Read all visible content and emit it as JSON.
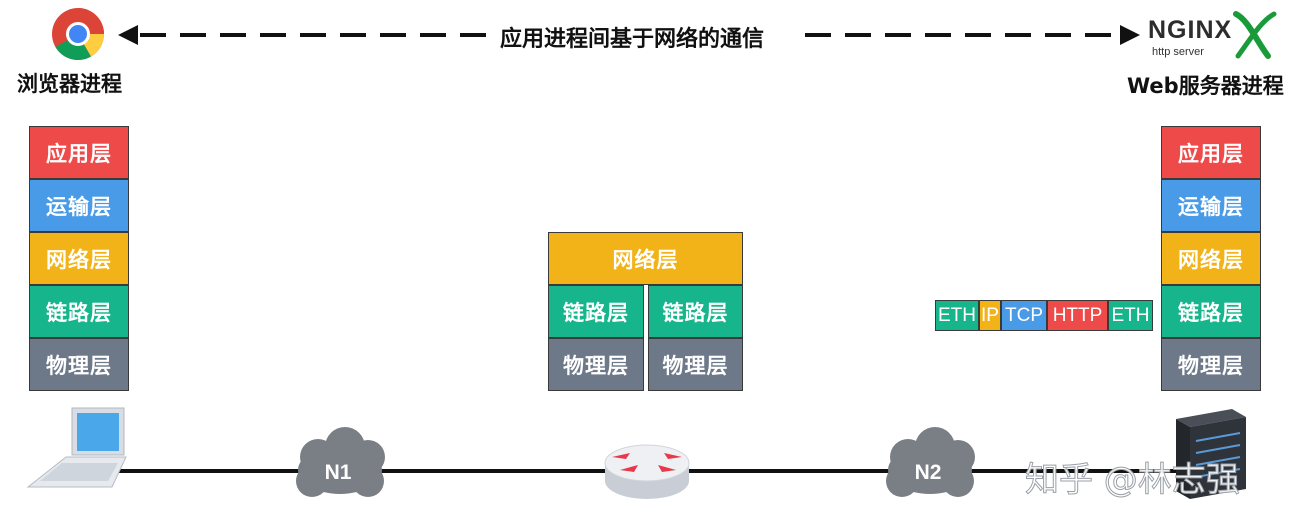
{
  "top": {
    "left_label": "浏览器进程",
    "right_label": "Web服务器进程",
    "arrow_label": "应用进程间基于网络的通信",
    "nginx_logo": "NGINX",
    "nginx_sub": "http server"
  },
  "client_stack": [
    "应用层",
    "运输层",
    "网络层",
    "链路层",
    "物理层"
  ],
  "server_stack": [
    "应用层",
    "运输层",
    "网络层",
    "链路层",
    "物理层"
  ],
  "router_stack": {
    "network": "网络层",
    "link_left": "链路层",
    "link_right": "链路层",
    "phys_left": "物理层",
    "phys_right": "物理层"
  },
  "packet": [
    "ETH",
    "IP",
    "TCP",
    "HTTP",
    "ETH"
  ],
  "networks": [
    "N1",
    "N2"
  ],
  "watermark": "知乎 @林志强",
  "colors": {
    "application": "#ef4a4a",
    "transport": "#4a9be7",
    "network": "#f2b318",
    "link": "#16b58c",
    "physical": "#6d7888"
  },
  "icons": [
    "chrome-icon",
    "nginx-logo",
    "laptop-icon",
    "router-icon",
    "server-icon",
    "cloud-icon"
  ]
}
